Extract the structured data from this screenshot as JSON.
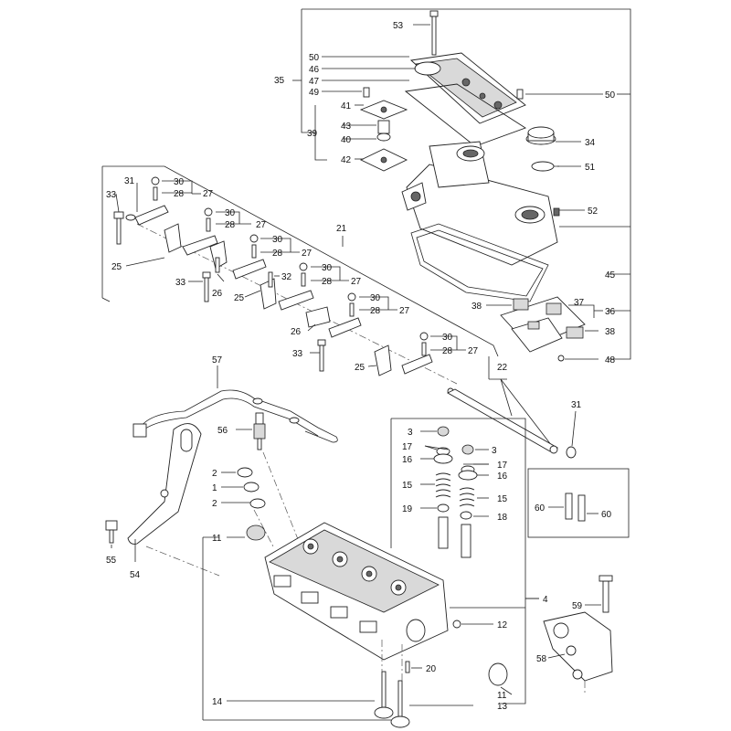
{
  "callouts": [
    {
      "id": "c53",
      "text": "53"
    },
    {
      "id": "c50a",
      "text": "50"
    },
    {
      "id": "c46",
      "text": "46"
    },
    {
      "id": "c35",
      "text": "35"
    },
    {
      "id": "c47",
      "text": "47"
    },
    {
      "id": "c49",
      "text": "49"
    },
    {
      "id": "c50b",
      "text": "50"
    },
    {
      "id": "c41",
      "text": "41"
    },
    {
      "id": "c39",
      "text": "39"
    },
    {
      "id": "c43",
      "text": "43"
    },
    {
      "id": "c40",
      "text": "40"
    },
    {
      "id": "c42",
      "text": "42"
    },
    {
      "id": "c34",
      "text": "34"
    },
    {
      "id": "c51",
      "text": "51"
    },
    {
      "id": "c52",
      "text": "52"
    },
    {
      "id": "c45",
      "text": "45"
    },
    {
      "id": "c38a",
      "text": "38"
    },
    {
      "id": "c37",
      "text": "37"
    },
    {
      "id": "c36",
      "text": "36"
    },
    {
      "id": "c38b",
      "text": "38"
    },
    {
      "id": "c48",
      "text": "48"
    },
    {
      "id": "c31a",
      "text": "31"
    },
    {
      "id": "c33a",
      "text": "33"
    },
    {
      "id": "c30a",
      "text": "30"
    },
    {
      "id": "c28a",
      "text": "28"
    },
    {
      "id": "c27a",
      "text": "27"
    },
    {
      "id": "c30b",
      "text": "30"
    },
    {
      "id": "c28b",
      "text": "28"
    },
    {
      "id": "c27b",
      "text": "27"
    },
    {
      "id": "c21",
      "text": "21"
    },
    {
      "id": "c25a",
      "text": "25"
    },
    {
      "id": "c30c",
      "text": "30"
    },
    {
      "id": "c28c",
      "text": "28"
    },
    {
      "id": "c27c",
      "text": "27"
    },
    {
      "id": "c33b",
      "text": "33"
    },
    {
      "id": "c26a",
      "text": "26"
    },
    {
      "id": "c25b",
      "text": "25"
    },
    {
      "id": "c32",
      "text": "32"
    },
    {
      "id": "c30d",
      "text": "30"
    },
    {
      "id": "c28d",
      "text": "28"
    },
    {
      "id": "c27d",
      "text": "27"
    },
    {
      "id": "c30e",
      "text": "30"
    },
    {
      "id": "c28e",
      "text": "28"
    },
    {
      "id": "c27e",
      "text": "27"
    },
    {
      "id": "c26b",
      "text": "26"
    },
    {
      "id": "c33c",
      "text": "33"
    },
    {
      "id": "c30f",
      "text": "30"
    },
    {
      "id": "c28f",
      "text": "28"
    },
    {
      "id": "c27f",
      "text": "27"
    },
    {
      "id": "c25c",
      "text": "25"
    },
    {
      "id": "c22",
      "text": "22"
    },
    {
      "id": "c31b",
      "text": "31"
    },
    {
      "id": "c57",
      "text": "57"
    },
    {
      "id": "c56",
      "text": "56"
    },
    {
      "id": "c3a",
      "text": "3"
    },
    {
      "id": "c17a",
      "text": "17"
    },
    {
      "id": "c16a",
      "text": "16"
    },
    {
      "id": "c3b",
      "text": "3"
    },
    {
      "id": "c17b",
      "text": "17"
    },
    {
      "id": "c16b",
      "text": "16"
    },
    {
      "id": "c15a",
      "text": "15"
    },
    {
      "id": "c15b",
      "text": "15"
    },
    {
      "id": "c19",
      "text": "19"
    },
    {
      "id": "c18",
      "text": "18"
    },
    {
      "id": "c60a",
      "text": "60"
    },
    {
      "id": "c60b",
      "text": "60"
    },
    {
      "id": "c2a",
      "text": "2"
    },
    {
      "id": "c1",
      "text": "1"
    },
    {
      "id": "c2b",
      "text": "2"
    },
    {
      "id": "c11a",
      "text": "11"
    },
    {
      "id": "c55",
      "text": "55"
    },
    {
      "id": "c54",
      "text": "54"
    },
    {
      "id": "c4",
      "text": "4"
    },
    {
      "id": "c59",
      "text": "59"
    },
    {
      "id": "c12",
      "text": "12"
    },
    {
      "id": "c58",
      "text": "58"
    },
    {
      "id": "c20",
      "text": "20"
    },
    {
      "id": "c11b",
      "text": "11"
    },
    {
      "id": "c14",
      "text": "14"
    },
    {
      "id": "c13",
      "text": "13"
    }
  ]
}
